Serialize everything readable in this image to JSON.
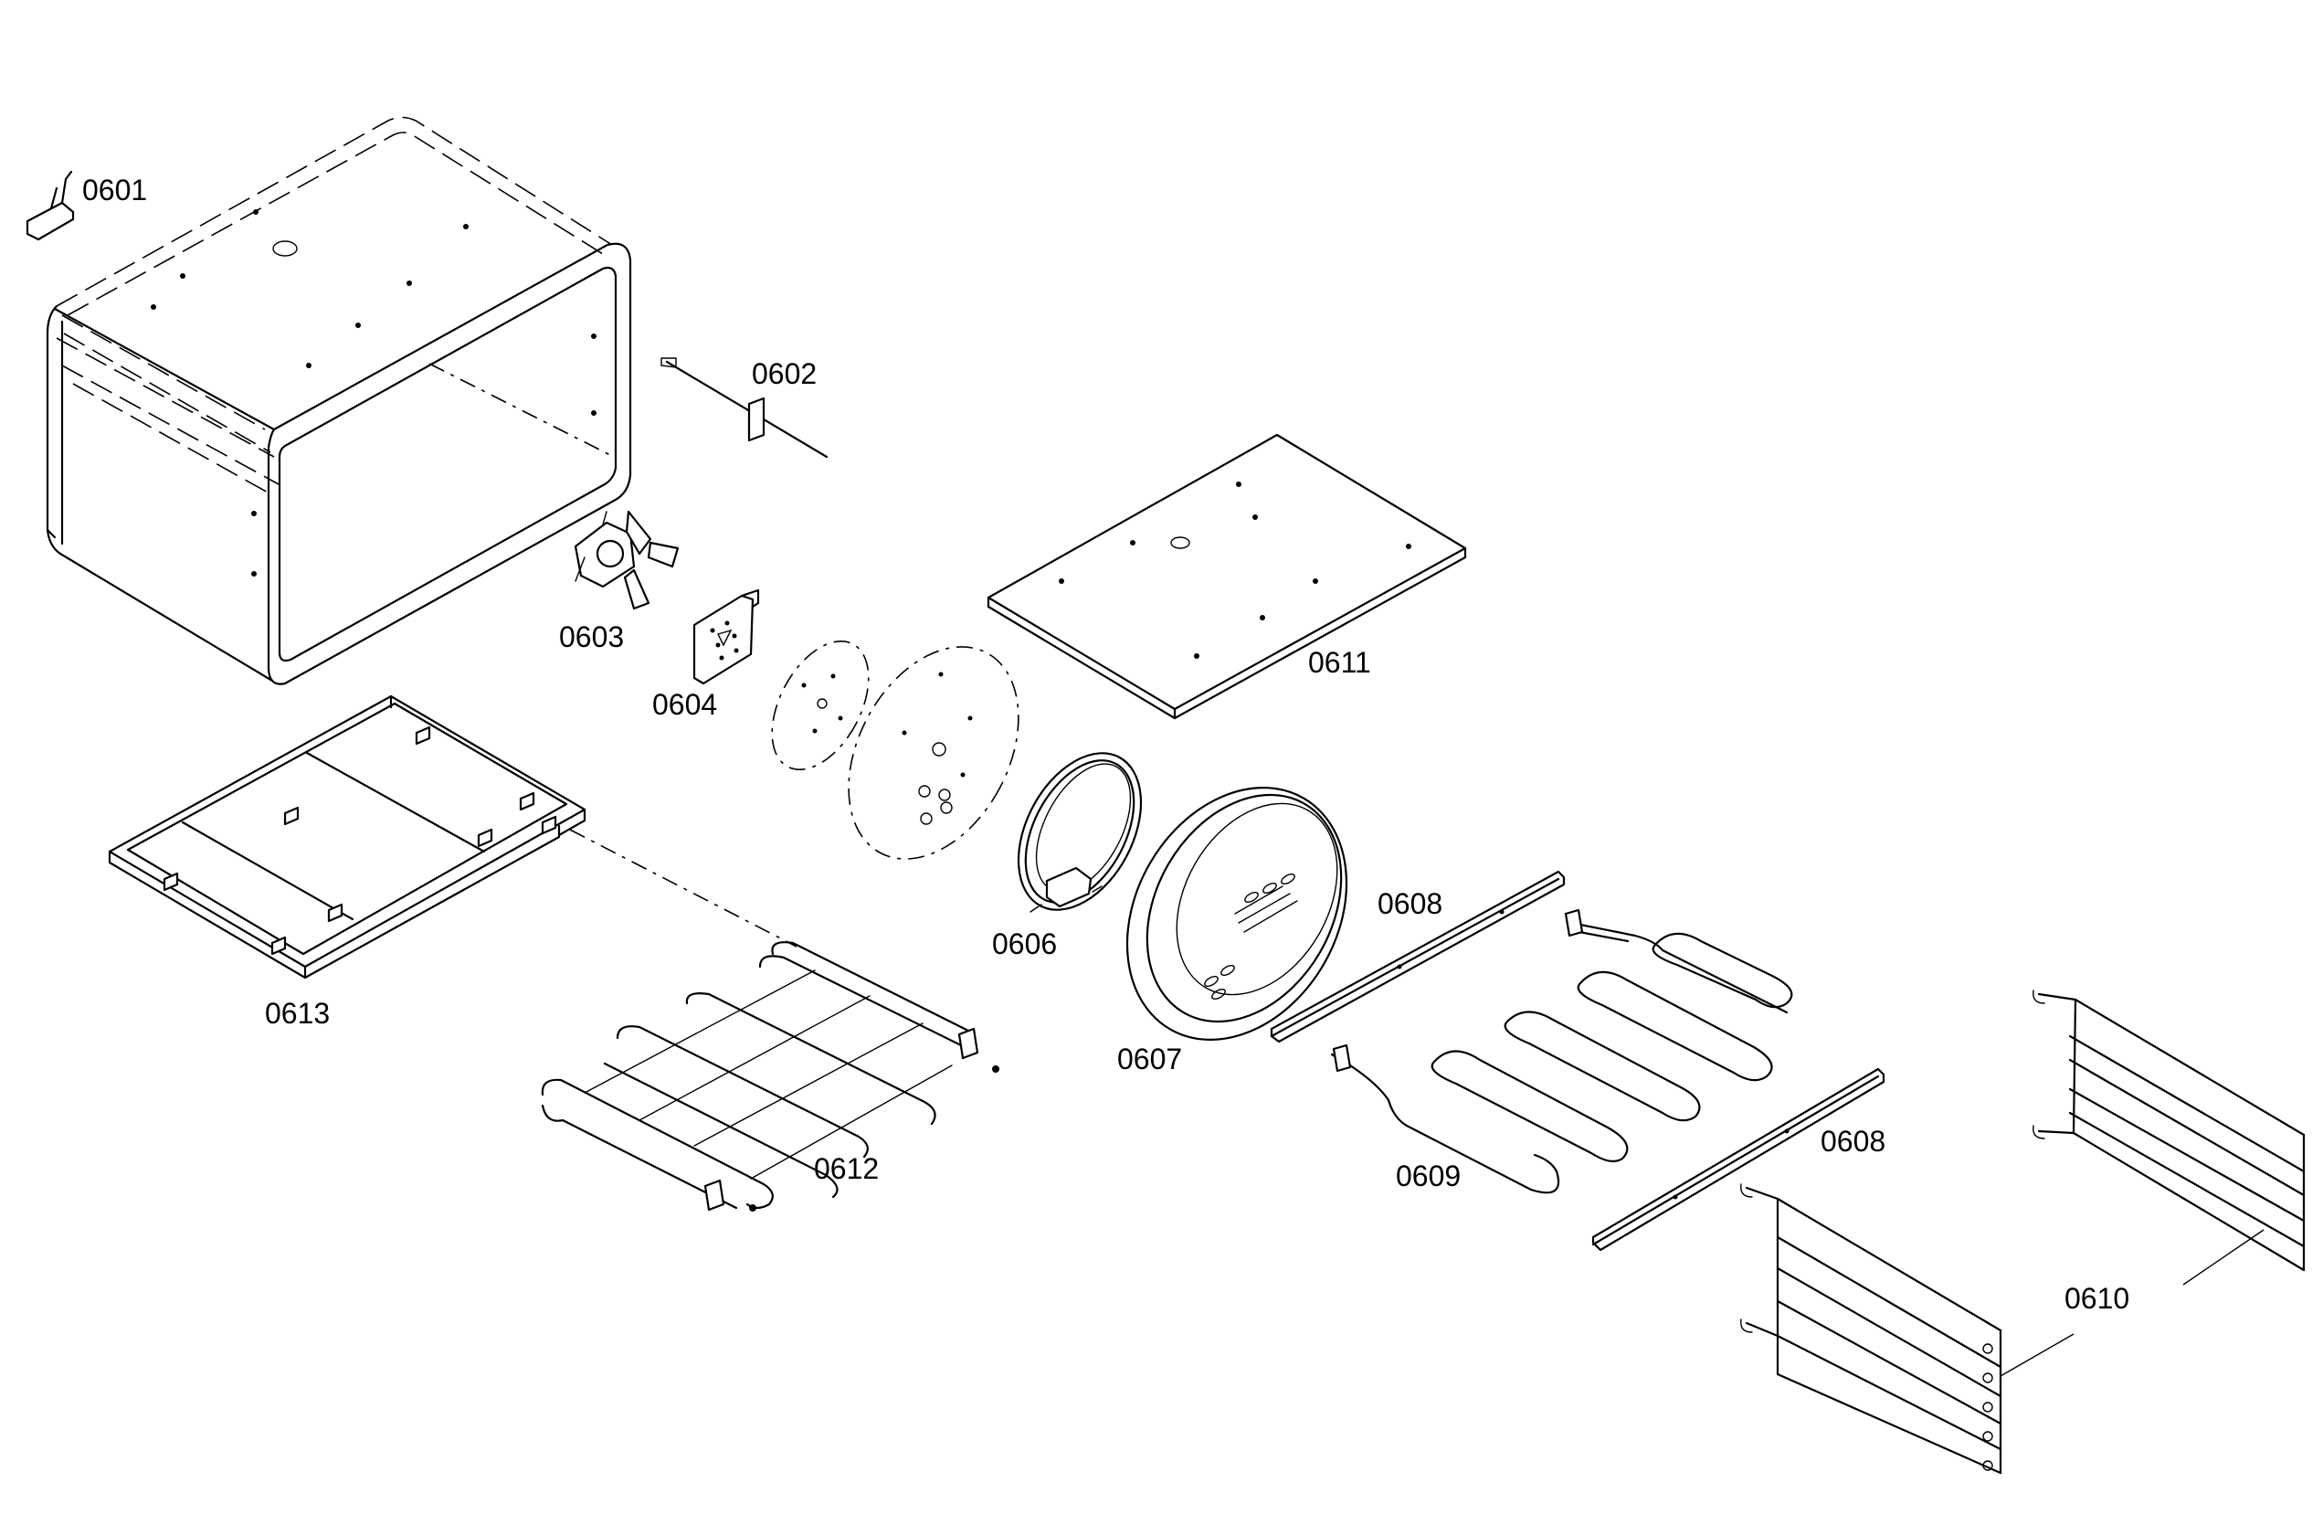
{
  "parts": {
    "p0601": "0601",
    "p0602": "0602",
    "p0603": "0603",
    "p0604": "0604",
    "p0606": "0606",
    "p0607": "0607",
    "p0608a": "0608",
    "p0608b": "0608",
    "p0609": "0609",
    "p0610": "0610",
    "p0611": "0611",
    "p0612": "0612",
    "p0613": "0613"
  }
}
